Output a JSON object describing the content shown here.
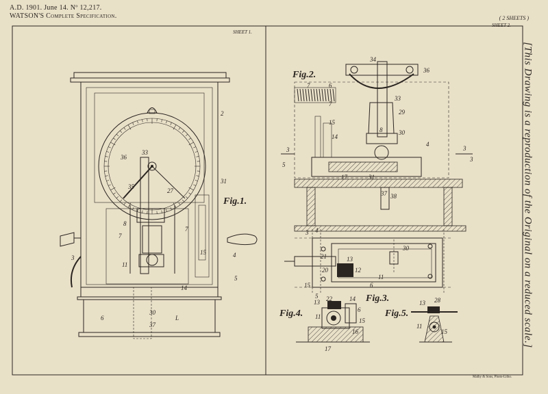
{
  "header": {
    "line1": "A.D. 1901. June 14. Nº 12,217.",
    "line2": "WATSON'S Complete Specification."
  },
  "sheets": "( 2 SHEETS )",
  "sheet_labels": {
    "left": "SHEET 1.",
    "right": "SHEET 2."
  },
  "vertical_note": "[This Drawing is a reproduction of the Original on a reduced scale.]",
  "printer": "Malby & Sons, Photo-Litho.",
  "figures": {
    "fig1": "Fig.1.",
    "fig2": "Fig.2.",
    "fig3": "Fig.3.",
    "fig4": "Fig.4.",
    "fig5": "Fig.5."
  }
}
